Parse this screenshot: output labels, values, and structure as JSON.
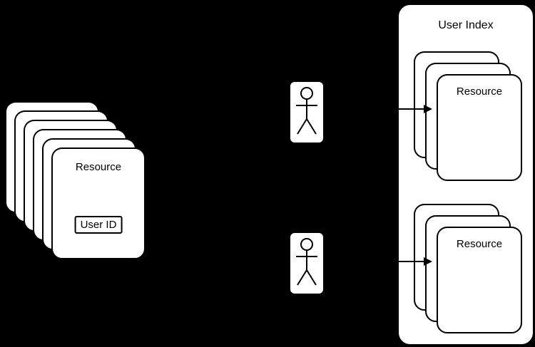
{
  "colors": {
    "background": "#000000",
    "shape_fill": "#ffffff",
    "stroke": "#000000"
  },
  "left_stack": {
    "label": "Resource",
    "badge": "User ID",
    "layers": 6
  },
  "actors": {
    "count": 2,
    "icon": "person-icon"
  },
  "user_index": {
    "title": "User Index",
    "stacks": [
      {
        "label": "Resource",
        "layers": 3
      },
      {
        "label": "Resource",
        "layers": 3
      }
    ]
  }
}
